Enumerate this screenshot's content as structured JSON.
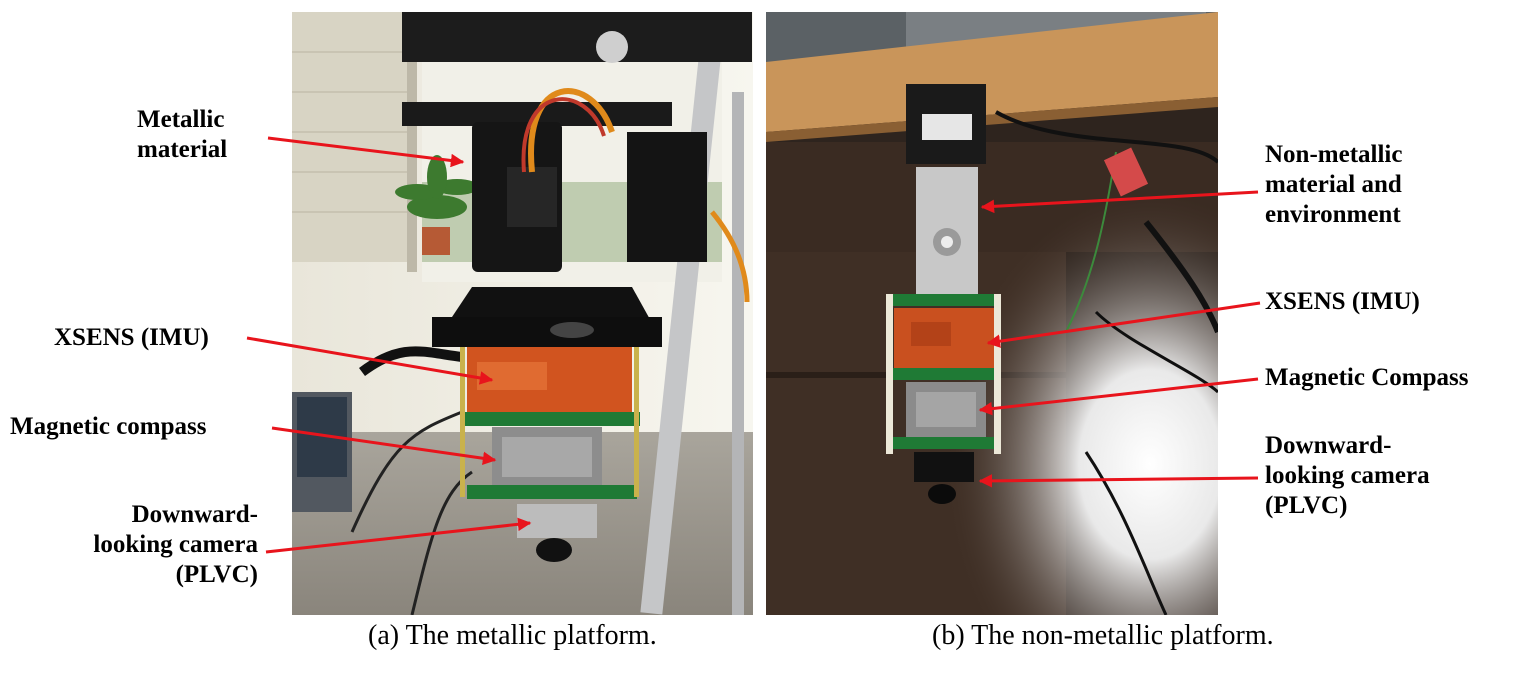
{
  "panel_a": {
    "labels": {
      "metallic_material": [
        "Metallic",
        "material"
      ],
      "imu": "XSENS (IMU)",
      "compass": "Magnetic compass",
      "camera": [
        "Downward-",
        "looking camera",
        "(PLVC)"
      ]
    },
    "caption": "(a) The metallic platform."
  },
  "panel_b": {
    "labels": {
      "nonmetallic": [
        "Non-metallic",
        "material and",
        "environment"
      ],
      "imu": "XSENS (IMU)",
      "compass": "Magnetic Compass",
      "camera": [
        "Downward-",
        "looking camera",
        "(PLVC)"
      ]
    },
    "caption": "(b) The non-metallic platform."
  },
  "colors": {
    "arrow": "#e8141c"
  }
}
